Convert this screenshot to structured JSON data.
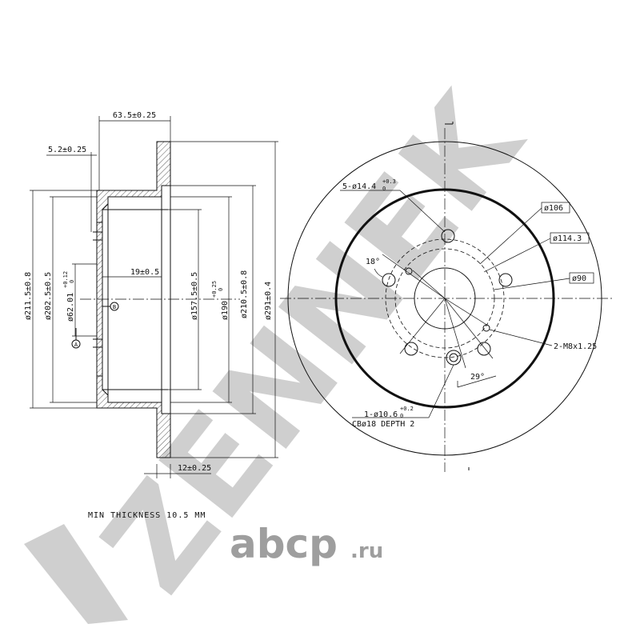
{
  "watermark": {
    "brand": "ZENNEK"
  },
  "logo": {
    "main": "abcp",
    "suffix": ".ru"
  },
  "section_view": {
    "dim_width_offset": "63.5±0.25",
    "dim_flange": "5.2±0.25",
    "dim_depth": "19±0.5",
    "dim_thickness": "12±0.25",
    "dia_211": "ø211.5±0.8",
    "dia_202": "ø202.5±0.5",
    "dia_62": "ø62.01",
    "dia_62_tol_upper": "+0.12",
    "dia_62_tol_lower": "0",
    "dia_157": "ø157.5±0.5",
    "dia_190": "ø190",
    "dia_190_tol_upper": "+0.25",
    "dia_190_tol_lower": "0",
    "dia_210": "ø210.5±0.8",
    "dia_291": "ø291±0.4",
    "datum_a": "A",
    "datum_b": "B"
  },
  "front_view": {
    "holes_label": "5-ø14.4",
    "holes_tol_upper": "+0.3",
    "holes_tol_lower": "0",
    "dia_106": "ø106",
    "dia_114": "ø114.3",
    "dia_90": "ø90",
    "angle_18": "18°",
    "angle_29": "29°",
    "threads": "2-M8x1.25",
    "center_hole": "1-ø10.6",
    "center_tol_upper": "+0.2",
    "center_tol_lower": "0",
    "counterbore": "CBø18 DEPTH 2"
  },
  "notes": {
    "min_thickness": "MIN THICKNESS 10.5 MM"
  }
}
